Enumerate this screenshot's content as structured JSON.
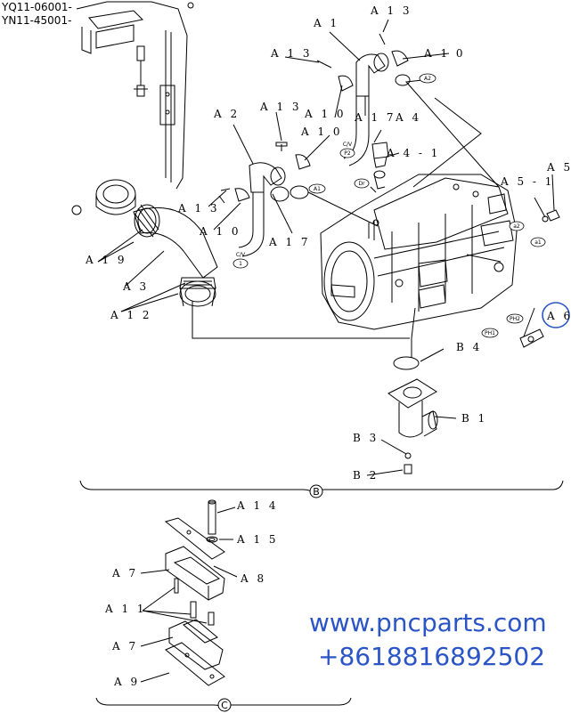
{
  "header": {
    "line1": "YQ11-06001-",
    "line2": "YN11-45001-"
  },
  "labels": {
    "A1": "A 1",
    "A2": "A 2",
    "A3": "A 3",
    "A4": "A 4",
    "A4_1": "A 4 - 1",
    "A5": "A 5",
    "A5_1": "A 5 - 1",
    "A6": "A 6",
    "A7": "A 7",
    "A8": "A 8",
    "A9": "A 9",
    "A10": "A 1 0",
    "A11": "A 1 1",
    "A12": "A 1 2",
    "A13": "A 1 3",
    "A14": "A 1 4",
    "A15": "A 1 5",
    "A17": "A 1 7",
    "A19": "A 1 9",
    "B1": "B 1",
    "B2": "B 2",
    "B3": "B 3",
    "B4": "B 4"
  },
  "port_tags": {
    "A1": "A1",
    "A2": "A2",
    "a1": "a1",
    "a2": "a2",
    "Dr": "Dr",
    "PH1": "PH1",
    "PH2": "PH2",
    "CV": "C/V",
    "P2": "P2",
    "P1": "1"
  },
  "sections": {
    "B": "B",
    "C": "C"
  },
  "watermark": {
    "site": "www.pncparts.com",
    "phone": "+8618816892502",
    "color": "#2b55c6"
  },
  "highlight_color": "#2b55c6"
}
